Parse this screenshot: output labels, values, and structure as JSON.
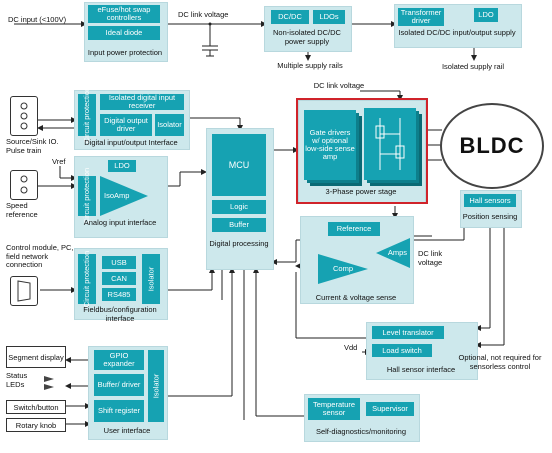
{
  "motor": "BLDC",
  "input_power": {
    "dc_input": "DC input (<100V)",
    "efuse": "eFuse/hot swap controllers",
    "ideal_diode": "Ideal diode",
    "caption": "Input power protection",
    "dc_link": "DC link voltage"
  },
  "nonisolated": {
    "dcdc": "DC/DC",
    "ldos": "LDOs",
    "caption": "Non-isolated DC/DC power supply",
    "rails": "Multiple supply rails"
  },
  "isolated": {
    "transformer": "Transformer driver",
    "ldo": "LDO",
    "caption": "Isolated DC/DC input/output supply",
    "rail": "Isolated supply rail"
  },
  "digital_io": {
    "circuit_protection": "Circuit protection",
    "receiver": "Isolated digital input receiver",
    "output_driver": "Digital output driver",
    "isolator": "Isolator",
    "caption": "Digital input/output Interface",
    "source_sink": "Source/Sink IO. Pulse train"
  },
  "analog": {
    "vref": "Vref",
    "ldo": "LDO",
    "circuit_protection": "Circuit protection",
    "isoamp": "IsoAmp",
    "caption": "Analog input interface",
    "speed_ref": "Speed reference"
  },
  "mcu": {
    "mcu": "MCU",
    "logic": "Logic",
    "buffer": "Buffer",
    "caption": "Digital processing"
  },
  "power_stage": {
    "dc_link": "DC link voltage",
    "gate_drivers": "Gate drivers w/ optional low-side sense amp",
    "caption": "3-Phase power stage"
  },
  "position": {
    "hall": "Hall sensors",
    "caption": "Position sensing"
  },
  "current_sense": {
    "reference": "Reference",
    "amps": "Amps",
    "comp": "Comp",
    "caption": "Current & voltage sense",
    "dc_link": "DC link voltage"
  },
  "fieldbus": {
    "control_module": "Control module, PC, field network connection",
    "circuit_protection": "Circuit protection",
    "usb": "USB",
    "can": "CAN",
    "rs485": "RS485",
    "isolator": "Isolator",
    "caption": "Fieldbus/configuration interface"
  },
  "hall_iface": {
    "vdd": "Vdd",
    "level_translator": "Level translator",
    "load_switch": "Load switch",
    "caption": "Hall sensor interface",
    "note": "Optional, not required for sensorless control"
  },
  "user": {
    "segment_display": "Segment display",
    "status_leds": "Status LEDs",
    "switch_button": "Switch/button",
    "rotary_knob": "Rotary knob",
    "gpio": "GPIO expander",
    "buffer_driver": "Buffer/ driver",
    "shift_register": "Shift register",
    "isolator": "Isolator",
    "caption": "User interface"
  },
  "diag": {
    "temp_sensor": "Temperature sensor",
    "supervisor": "Supervisor",
    "caption": "Self-diagnostics/monitoring"
  },
  "colors": {
    "block": "#16a2b2",
    "group": "#cde8ec",
    "highlight": "#d0232a"
  }
}
